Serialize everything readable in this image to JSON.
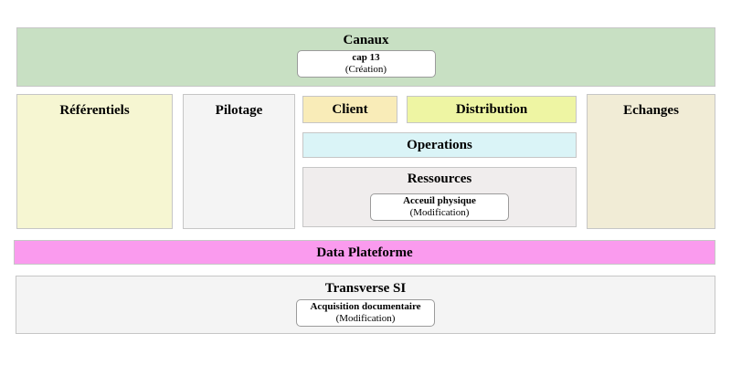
{
  "diagram": {
    "blocks": {
      "canaux": {
        "title": "Canaux",
        "bg": "#c8e0c3",
        "card": {
          "label": "cap 13",
          "status": "(Création)"
        }
      },
      "referentiels": {
        "title": "Référentiels",
        "bg": "#f6f6d2"
      },
      "pilotage": {
        "title": "Pilotage",
        "bg": "#f4f4f4"
      },
      "client": {
        "title": "Client",
        "bg": "#f9ecb8"
      },
      "distribution": {
        "title": "Distribution",
        "bg": "#eef5a3"
      },
      "operations": {
        "title": "Operations",
        "bg": "#daf4f7"
      },
      "ressources": {
        "title": "Ressources",
        "bg": "#f0eded",
        "card": {
          "label": "Acceuil physique",
          "status": "(Modification)"
        }
      },
      "echanges": {
        "title": "Echanges",
        "bg": "#f1ecd6"
      },
      "data_plateforme": {
        "title": "Data Plateforme",
        "bg": "#fa9bee"
      },
      "transverse_si": {
        "title": "Transverse SI",
        "bg": "#f4f4f4",
        "card": {
          "label": "Acquisition documentaire",
          "status": "(Modification)"
        }
      }
    },
    "colors": {
      "page_bg": "#ffffff",
      "block_border": "#c6c6c6",
      "card_bg": "#ffffff",
      "card_border": "#9b9b9b",
      "text": "#000000"
    }
  }
}
